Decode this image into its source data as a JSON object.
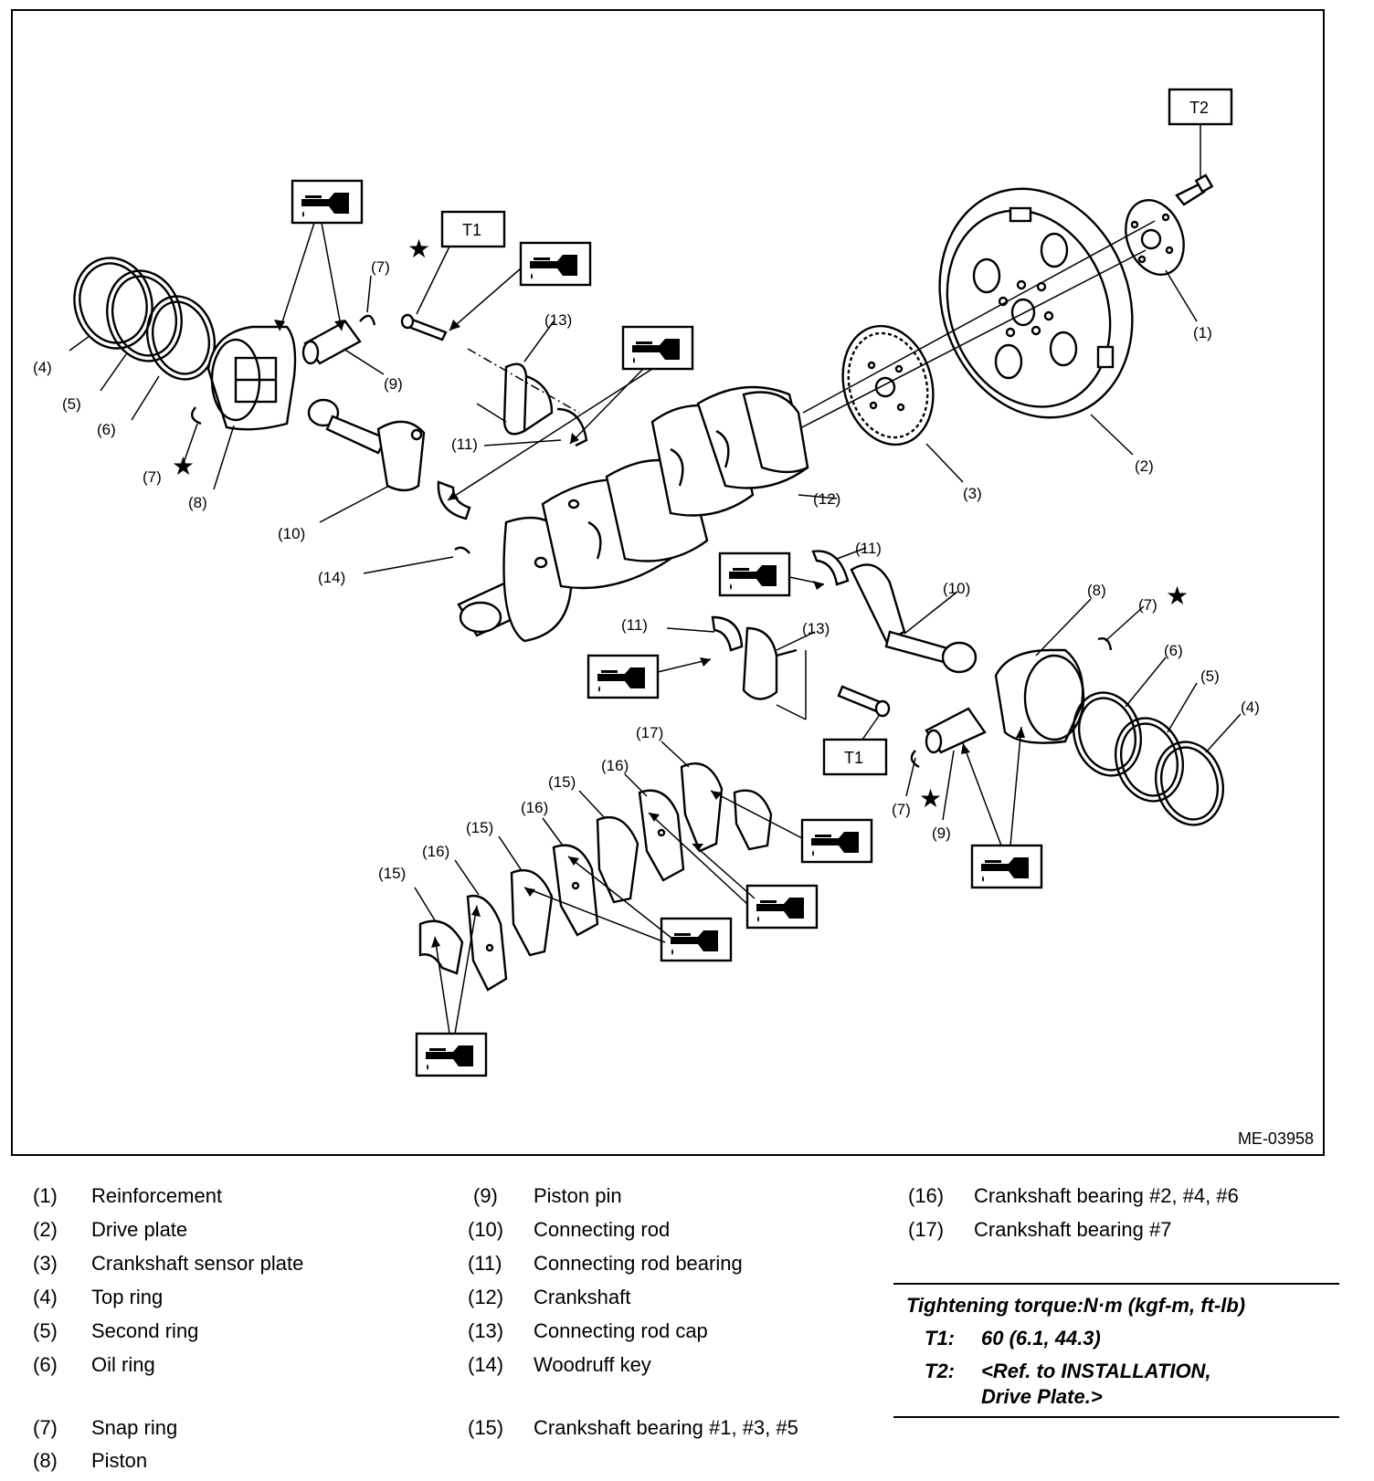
{
  "figure": {
    "code": "ME-03958",
    "callouts": {
      "c1": "(1)",
      "c2": "(2)",
      "c3": "(3)",
      "c4": "(4)",
      "c5": "(5)",
      "c6": "(6)",
      "c7": "(7)",
      "c8": "(8)",
      "c9": "(9)",
      "c10": "(10)",
      "c11": "(11)",
      "c12": "(12)",
      "c13": "(13)",
      "c14": "(14)",
      "c15": "(15)",
      "c16": "(16)",
      "c17": "(17)"
    },
    "torque_boxes": {
      "t1": "T1",
      "t2": "T2"
    },
    "star_symbol": "★",
    "icons": {
      "oil": "oil-can-icon"
    }
  },
  "legend": {
    "col1": [
      {
        "num": "(1)",
        "text": "Reinforcement"
      },
      {
        "num": "(2)",
        "text": "Drive plate"
      },
      {
        "num": "(3)",
        "text": "Crankshaft sensor plate"
      },
      {
        "num": "(4)",
        "text": "Top ring"
      },
      {
        "num": "(5)",
        "text": "Second ring"
      },
      {
        "num": "(6)",
        "text": "Oil ring"
      },
      {
        "num": "(7)",
        "text": "Snap ring"
      },
      {
        "num": "(8)",
        "text": "Piston"
      }
    ],
    "col2": [
      {
        "num": "(9)",
        "text": "Piston pin"
      },
      {
        "num": "(10)",
        "text": "Connecting rod"
      },
      {
        "num": "(11)",
        "text": "Connecting rod bearing"
      },
      {
        "num": "(12)",
        "text": "Crankshaft"
      },
      {
        "num": "(13)",
        "text": "Connecting rod cap"
      },
      {
        "num": "(14)",
        "text": "Woodruff key"
      },
      {
        "num": "(15)",
        "text": "Crankshaft bearing #1, #3, #5"
      }
    ],
    "col3": [
      {
        "num": "(16)",
        "text": "Crankshaft bearing #2, #4, #6"
      },
      {
        "num": "(17)",
        "text": "Crankshaft bearing #7"
      }
    ]
  },
  "torque": {
    "title": "Tightening torque:N·m (kgf-m, ft-lb)",
    "t1_key": "T1:",
    "t1_val": "60 (6.1, 44.3)",
    "t2_key": "T2:",
    "t2_val_line1": "<Ref. to INSTALLATION,",
    "t2_val_line2": "Drive Plate.>"
  }
}
